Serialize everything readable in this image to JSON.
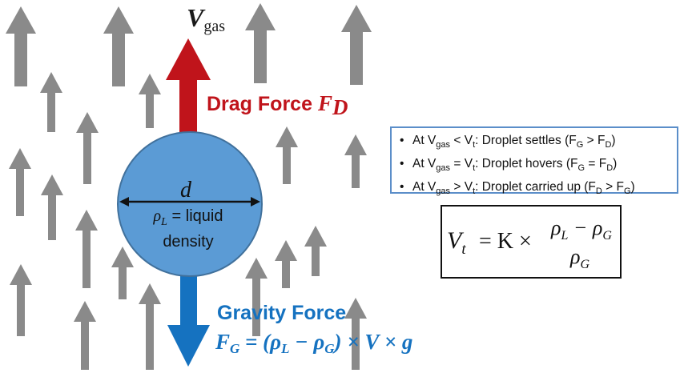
{
  "labels": {
    "vgas_main": "V",
    "vgas_sub": "gas",
    "drag_text": "Drag Force ",
    "drag_symbol": "F",
    "drag_sub": "D",
    "gravity_title": "Gravity Force",
    "gravity_formula_main": "F",
    "gravity_formula_sub": "G",
    "gravity_formula_rest": " = (ρ",
    "gravity_rhoL_sub": "L",
    "gravity_minus": " − ρ",
    "gravity_rhoG_sub": "G",
    "gravity_tail": ") × V × g",
    "diameter": "d",
    "density_line1_symbol": "ρ",
    "density_line1_sub": "L",
    "density_line1_rest": " = liquid",
    "density_line2": "density"
  },
  "conditions": [
    {
      "bullet": "•",
      "pre": "At V",
      "sub1": "gas",
      "rel": " < V",
      "sub2": "t",
      "desc": ": Droplet settles (F",
      "s3": "G",
      "rel2": " > F",
      "s4": "D",
      "end": ")"
    },
    {
      "bullet": "•",
      "pre": "At V",
      "sub1": "gas",
      "rel": " = V",
      "sub2": "t",
      "desc": ": Droplet hovers (F",
      "s3": "G",
      "rel2": " = F",
      "s4": "D",
      "end": ")"
    },
    {
      "bullet": "•",
      "pre": "At V",
      "sub1": "gas",
      "rel": " > V",
      "sub2": "t",
      "desc": ": Droplet carried up (F",
      "s3": "D",
      "rel2": " > F",
      "s4": "G",
      "end": ")"
    }
  ],
  "equation": {
    "lhs": "V",
    "lhs_sub": "t",
    "mid": "= K ×",
    "num_a": "ρ",
    "num_a_sub": "L",
    "num_minus": " − ρ",
    "num_b_sub": "G",
    "den": "ρ",
    "den_sub": "G"
  },
  "colors": {
    "gas_arrow": "#8a8a8a",
    "drag": "#c0141b",
    "gravity": "#1572c0",
    "droplet_fill": "#5b9bd5",
    "droplet_stroke": "#41719c",
    "info_border": "#5b8ec9"
  }
}
